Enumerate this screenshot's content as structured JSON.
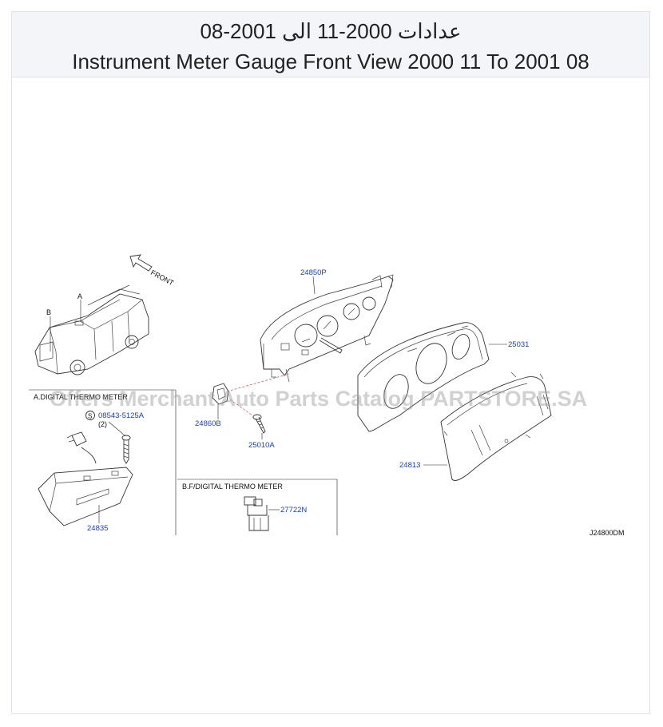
{
  "header": {
    "title_ar": "عدادات 2000-11 الى 2001-08",
    "title_en": "Instrument Meter Gauge Front View 2000 11 To 2001 08"
  },
  "watermark": "Offers Merchant Auto Parts Catalog PARTSTORE.SA",
  "diagram": {
    "front_label": "FRONT",
    "vehicle_marker_a": "A",
    "vehicle_marker_b": "B",
    "section_a_title": "A.DIGITAL THERMO METER",
    "section_b_title": "B.F/DIGITAL  THERMO  METER",
    "screw_symbol": "S",
    "qty_note": "(2)",
    "diagram_code": "J24800DM",
    "parts": {
      "p24850P": "24850P",
      "p25031": "25031",
      "p24860B": "24860B",
      "p25010A": "25010A",
      "p24813": "24813",
      "p08543": "08543-5125A",
      "p24835": "24835",
      "p27722N": "27722N"
    }
  },
  "colors": {
    "part_label": "#1a3fbf",
    "header_bg": "#f3f5f9",
    "line": "#333333"
  }
}
